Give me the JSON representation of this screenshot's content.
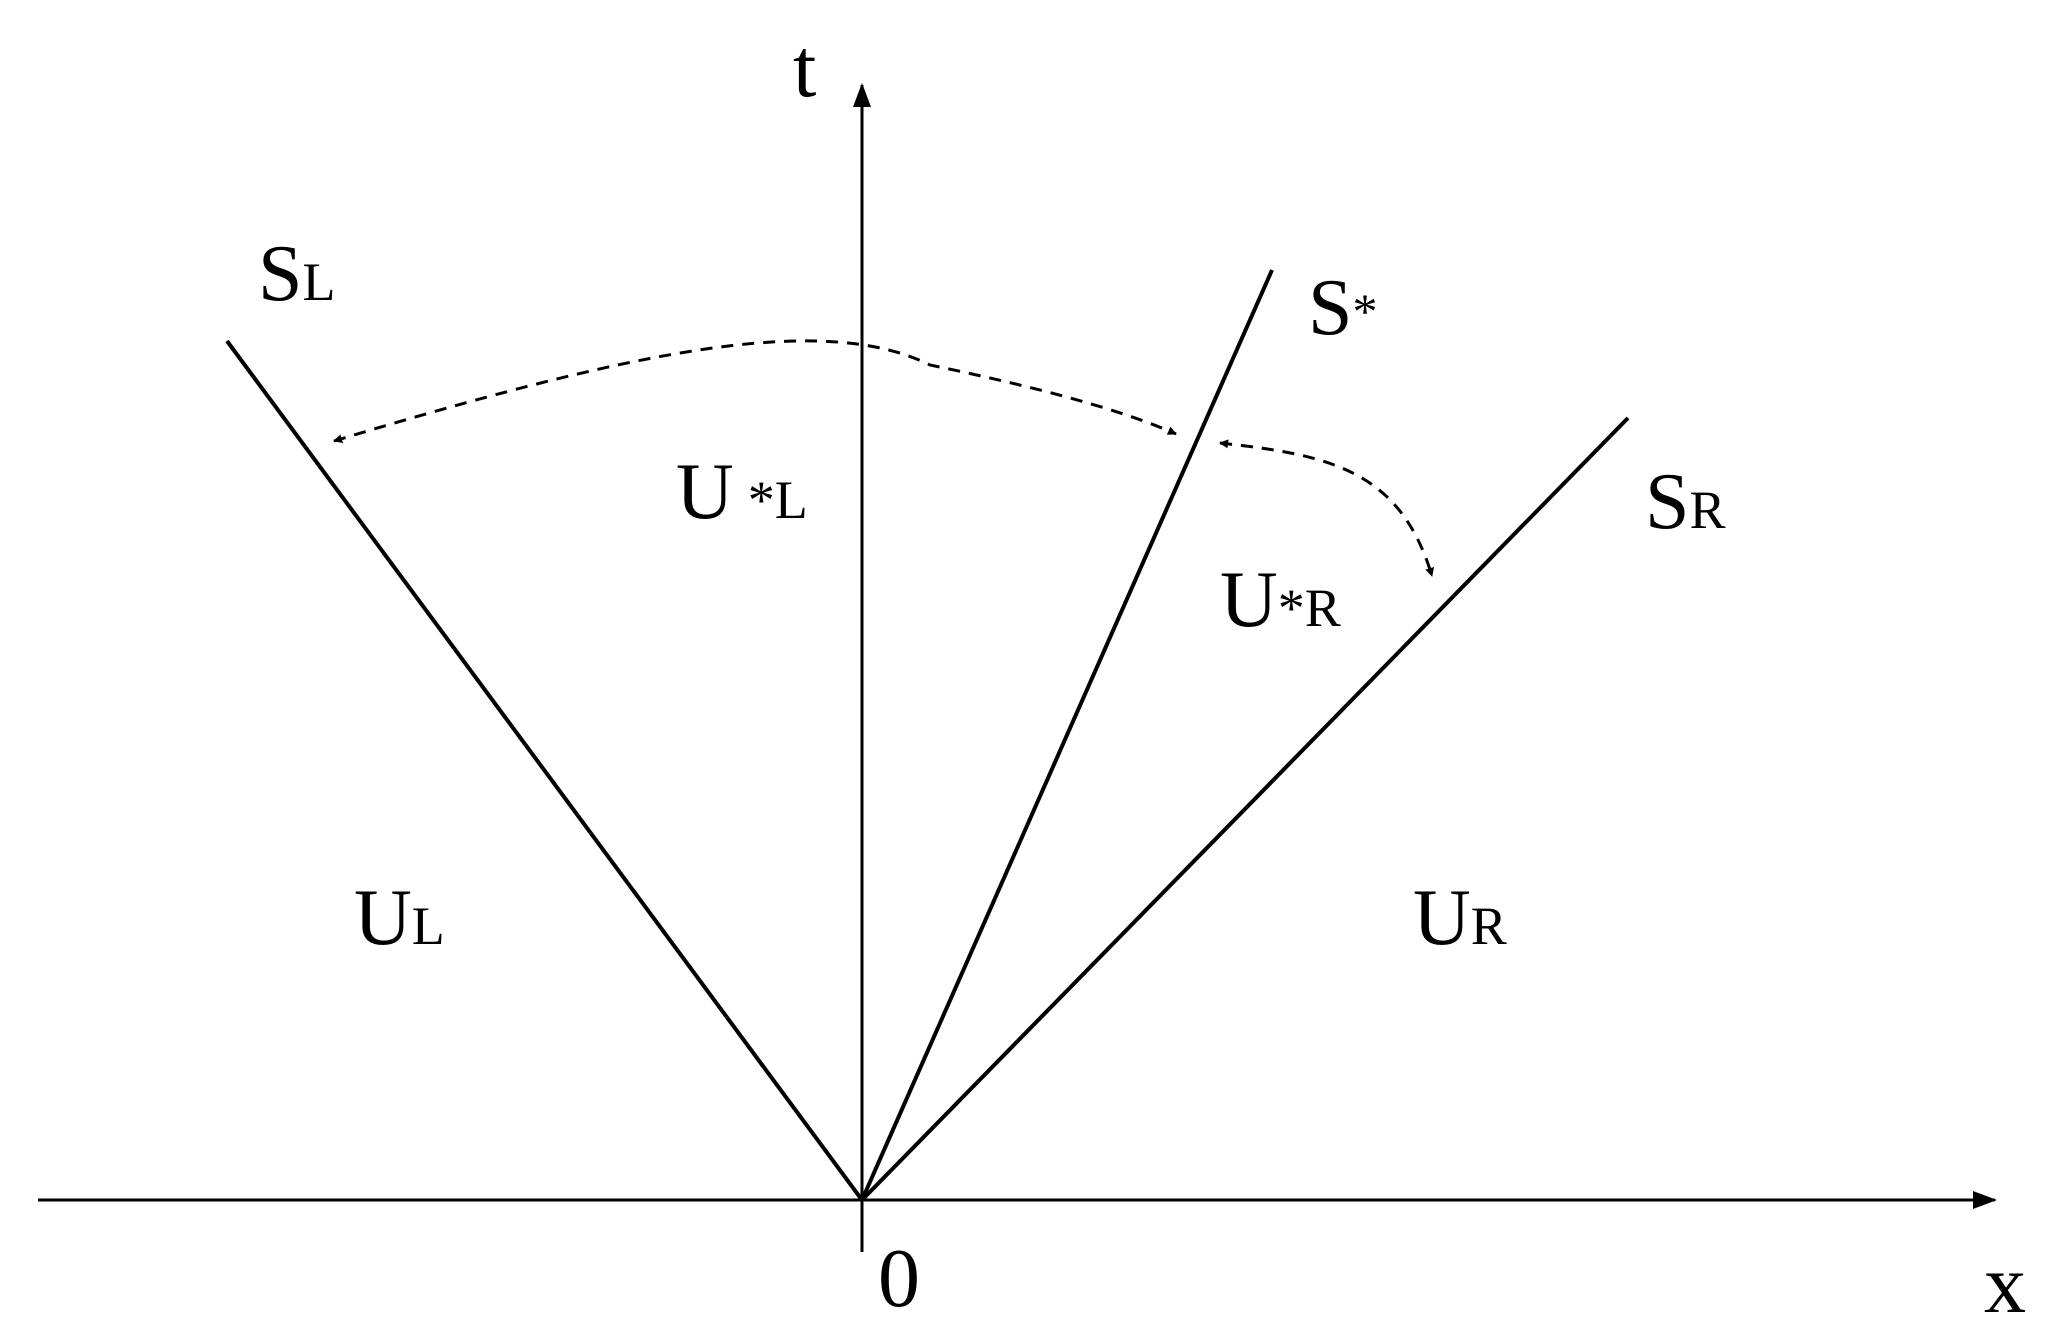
{
  "axes": {
    "t_label": "t",
    "x_label": "x",
    "origin_label": "0"
  },
  "waves": {
    "left": {
      "base": "S",
      "sub": "L"
    },
    "contact": {
      "base": "S",
      "sub": "*"
    },
    "right": {
      "base": "S",
      "sub": "R"
    }
  },
  "states": {
    "left": {
      "base": "U",
      "sub": "L"
    },
    "star_left": {
      "base": "U",
      "sub": "*L"
    },
    "star_right": {
      "base": "U",
      "sub": "*R"
    },
    "right": {
      "base": "U",
      "sub": "R"
    }
  },
  "colors": {
    "ink": "#000000",
    "background": "#ffffff"
  }
}
